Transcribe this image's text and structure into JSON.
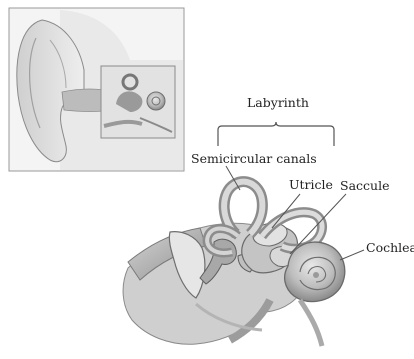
{
  "labels": {
    "labyrinth": "Labyrinth",
    "semicircular_canals": "Semicircular canals",
    "utricle": "Utricle",
    "saccule": "Saccule",
    "cochlea": "Cochlea"
  },
  "colors": {
    "ink": "#222222",
    "line": "#555555",
    "tissue_dark": "#8e8e8e",
    "tissue_mid": "#b7b7b7",
    "tissue_light": "#dcdcdc",
    "inset_border": "#9a9a9a"
  }
}
